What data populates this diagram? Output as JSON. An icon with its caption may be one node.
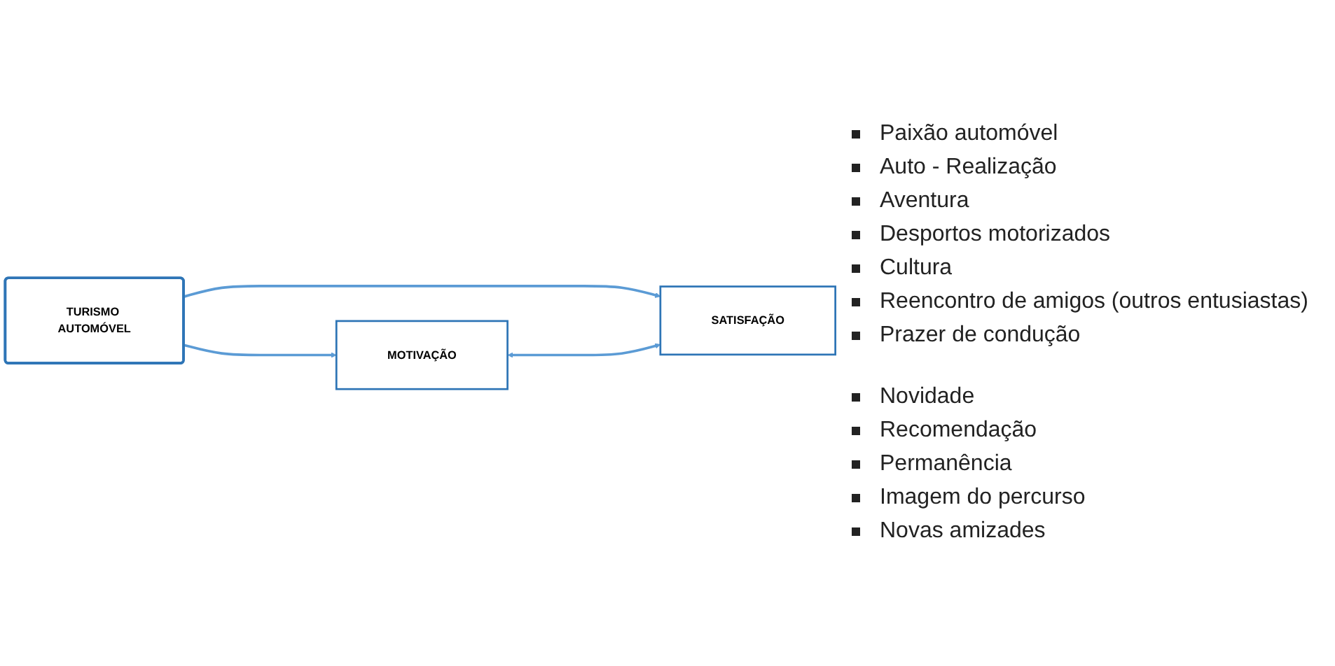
{
  "diagram": {
    "nodes": [
      {
        "text": [
          "TURISMO AUTOMÓVEL"
        ]
      },
      {
        "text": [
          "MOTIVAÇÃO"
        ]
      },
      {
        "text": [
          "SATISFAÇÃO"
        ]
      }
    ],
    "edges": [
      {
        "from": 0,
        "to": 1,
        "arrow": "to"
      },
      {
        "from": 0,
        "to": 2,
        "arrow": "to"
      },
      {
        "from": 1,
        "to": 2,
        "arrow": "both"
      }
    ],
    "labels": [
      "Paixão automóvel",
      "Auto - Realização",
      "Aventura",
      "Desportos motorizados",
      "Cultura",
      "Reencontro de amigos (outros entusiastas)",
      "Prazer de condução",
      "Novidade",
      "Recomendação",
      "Permanência",
      "Imagem do percurso",
      "Novas amizades"
    ]
  }
}
